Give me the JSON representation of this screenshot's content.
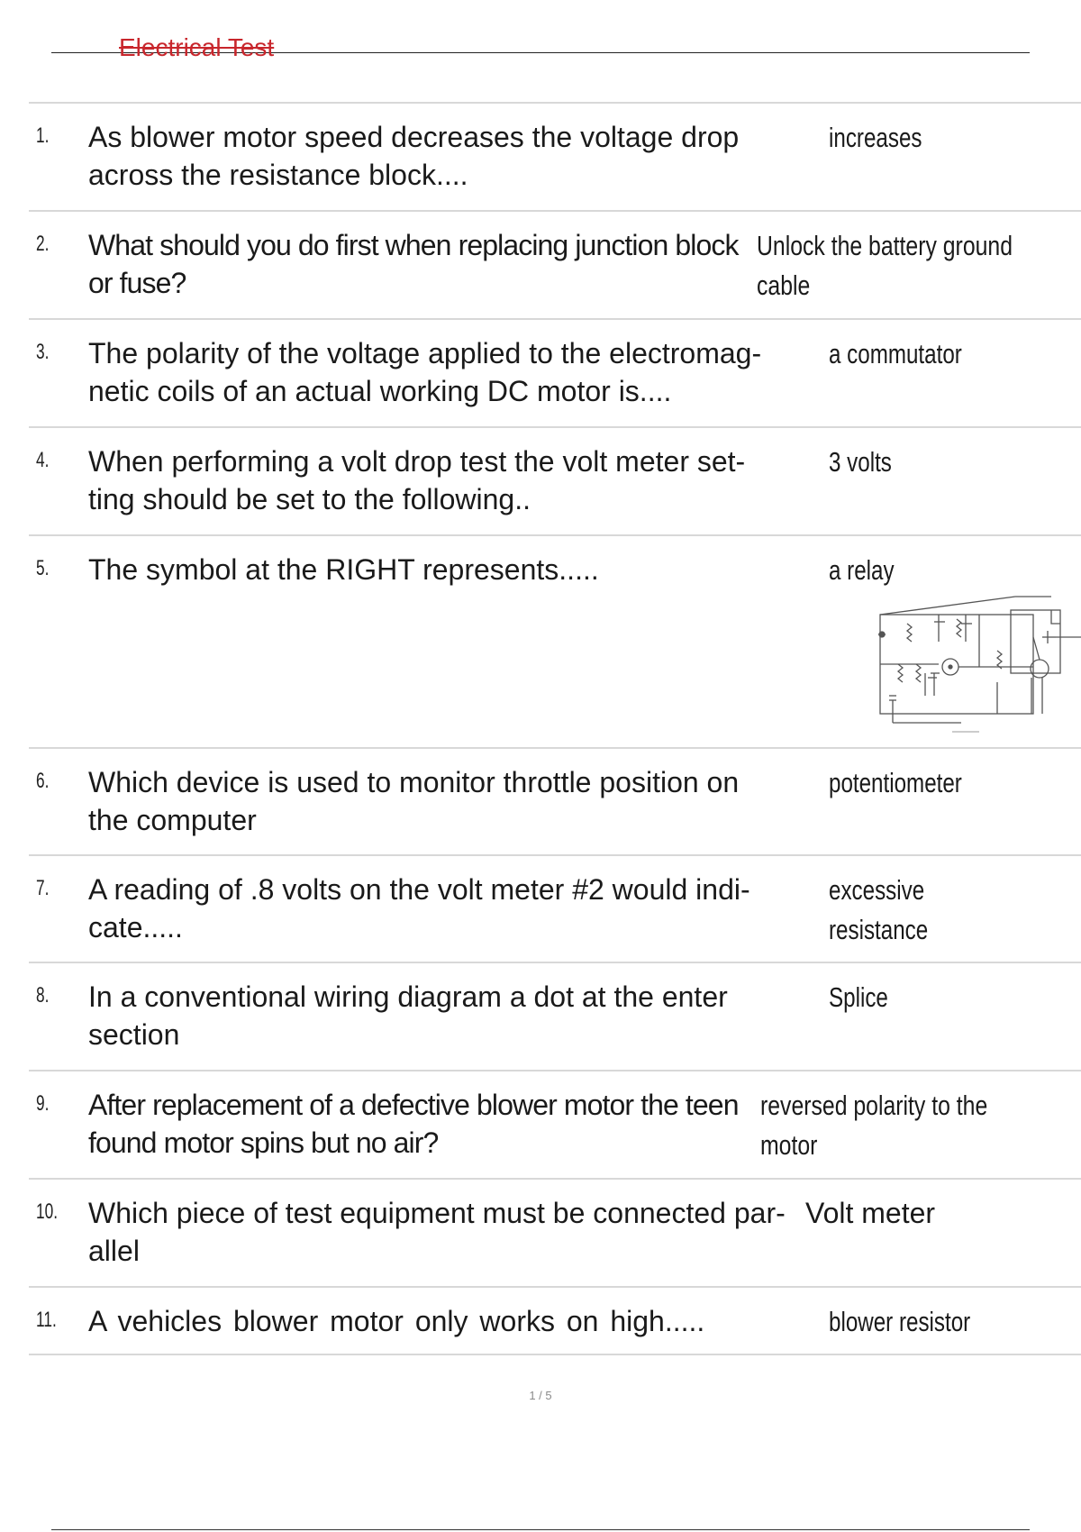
{
  "document": {
    "title": "Electrical Test",
    "page_indicator": "1 / 5"
  },
  "questions": [
    {
      "num": "1.",
      "text": "As blower motor speed decreases the voltage drop\nacross the resistance block....",
      "answer": "increases"
    },
    {
      "num": "2.",
      "text": "What should you do first when replacing junction block\nor fuse?",
      "answer": "Unlock the battery ground\n       cable"
    },
    {
      "num": "3.",
      "text": "The polarity of the voltage applied to the electromag-\nnetic coils of an actual working DC motor is....",
      "answer": "a commutator"
    },
    {
      "num": "4.",
      "text": "When performing a volt drop test the volt meter set-\nting should be set to the following..",
      "answer": "3 volts"
    },
    {
      "num": "5.",
      "text": "The symbol at the RIGHT represents.....",
      "answer": "a relay"
    },
    {
      "num": "6.",
      "text": "Which device is used to monitor throttle position on\nthe computer",
      "answer": "potentiometer"
    },
    {
      "num": "7.",
      "text": "A reading of .8 volts on the volt meter #2 would indi-\ncate.....",
      "answer": "excessive resistance"
    },
    {
      "num": "8.",
      "text": "In a conventional wiring diagram a dot at the enter\nsection",
      "answer": "Splice"
    },
    {
      "num": "9.",
      "text": "After replacement of a defective blower motor the teen\nfound motor spins but no air?",
      "answer": "reversed polarity to the\n       motor"
    },
    {
      "num": "10.",
      "text": "Which piece of test equipment must be connected par-\nallel",
      "answer": "Volt meter"
    },
    {
      "num": "11.",
      "text": "A vehicles blower motor only works on high.....",
      "answer": "blower resistor"
    }
  ]
}
